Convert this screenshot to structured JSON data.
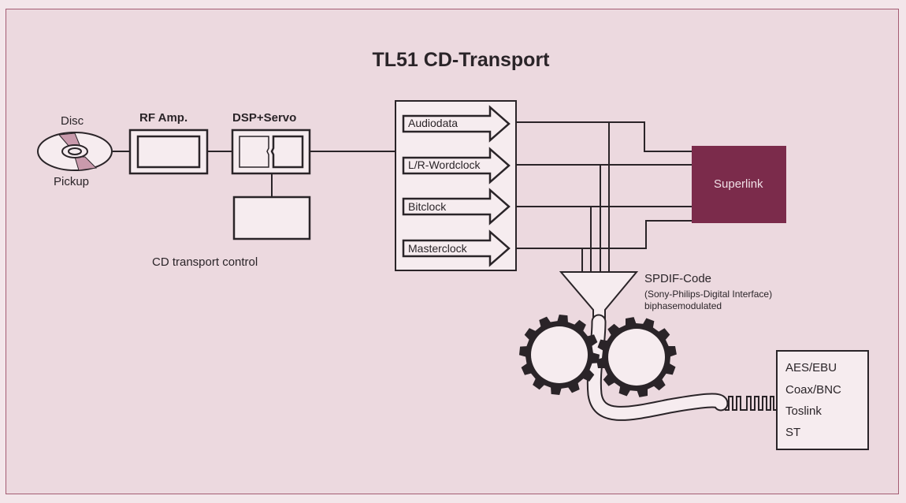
{
  "title": "TL51 CD-Transport",
  "disc": {
    "top_label": "Disc",
    "bottom_label": "Pickup"
  },
  "rf_amp": {
    "label": "RF Amp."
  },
  "dsp_servo": {
    "label": "DSP+Servo"
  },
  "transport_control": {
    "label": "CD transport control"
  },
  "bus_signals": [
    "Audiodata",
    "L/R-Wordclock",
    "Bitclock",
    "Masterclock"
  ],
  "superlink": {
    "label": "Superlink",
    "color": "#7b2b4b"
  },
  "spdif": {
    "title": "SPDIF-Code",
    "subtitle": "(Sony-Philips-Digital Interface)",
    "note": "biphasemodulated"
  },
  "outputs": [
    "AES/EBU",
    "Coax/BNC",
    "Toslink",
    "ST"
  ],
  "colors": {
    "background": "#ecd9df",
    "border": "#a45c73",
    "line": "#2a2428",
    "box_fill": "#f6ecef"
  }
}
